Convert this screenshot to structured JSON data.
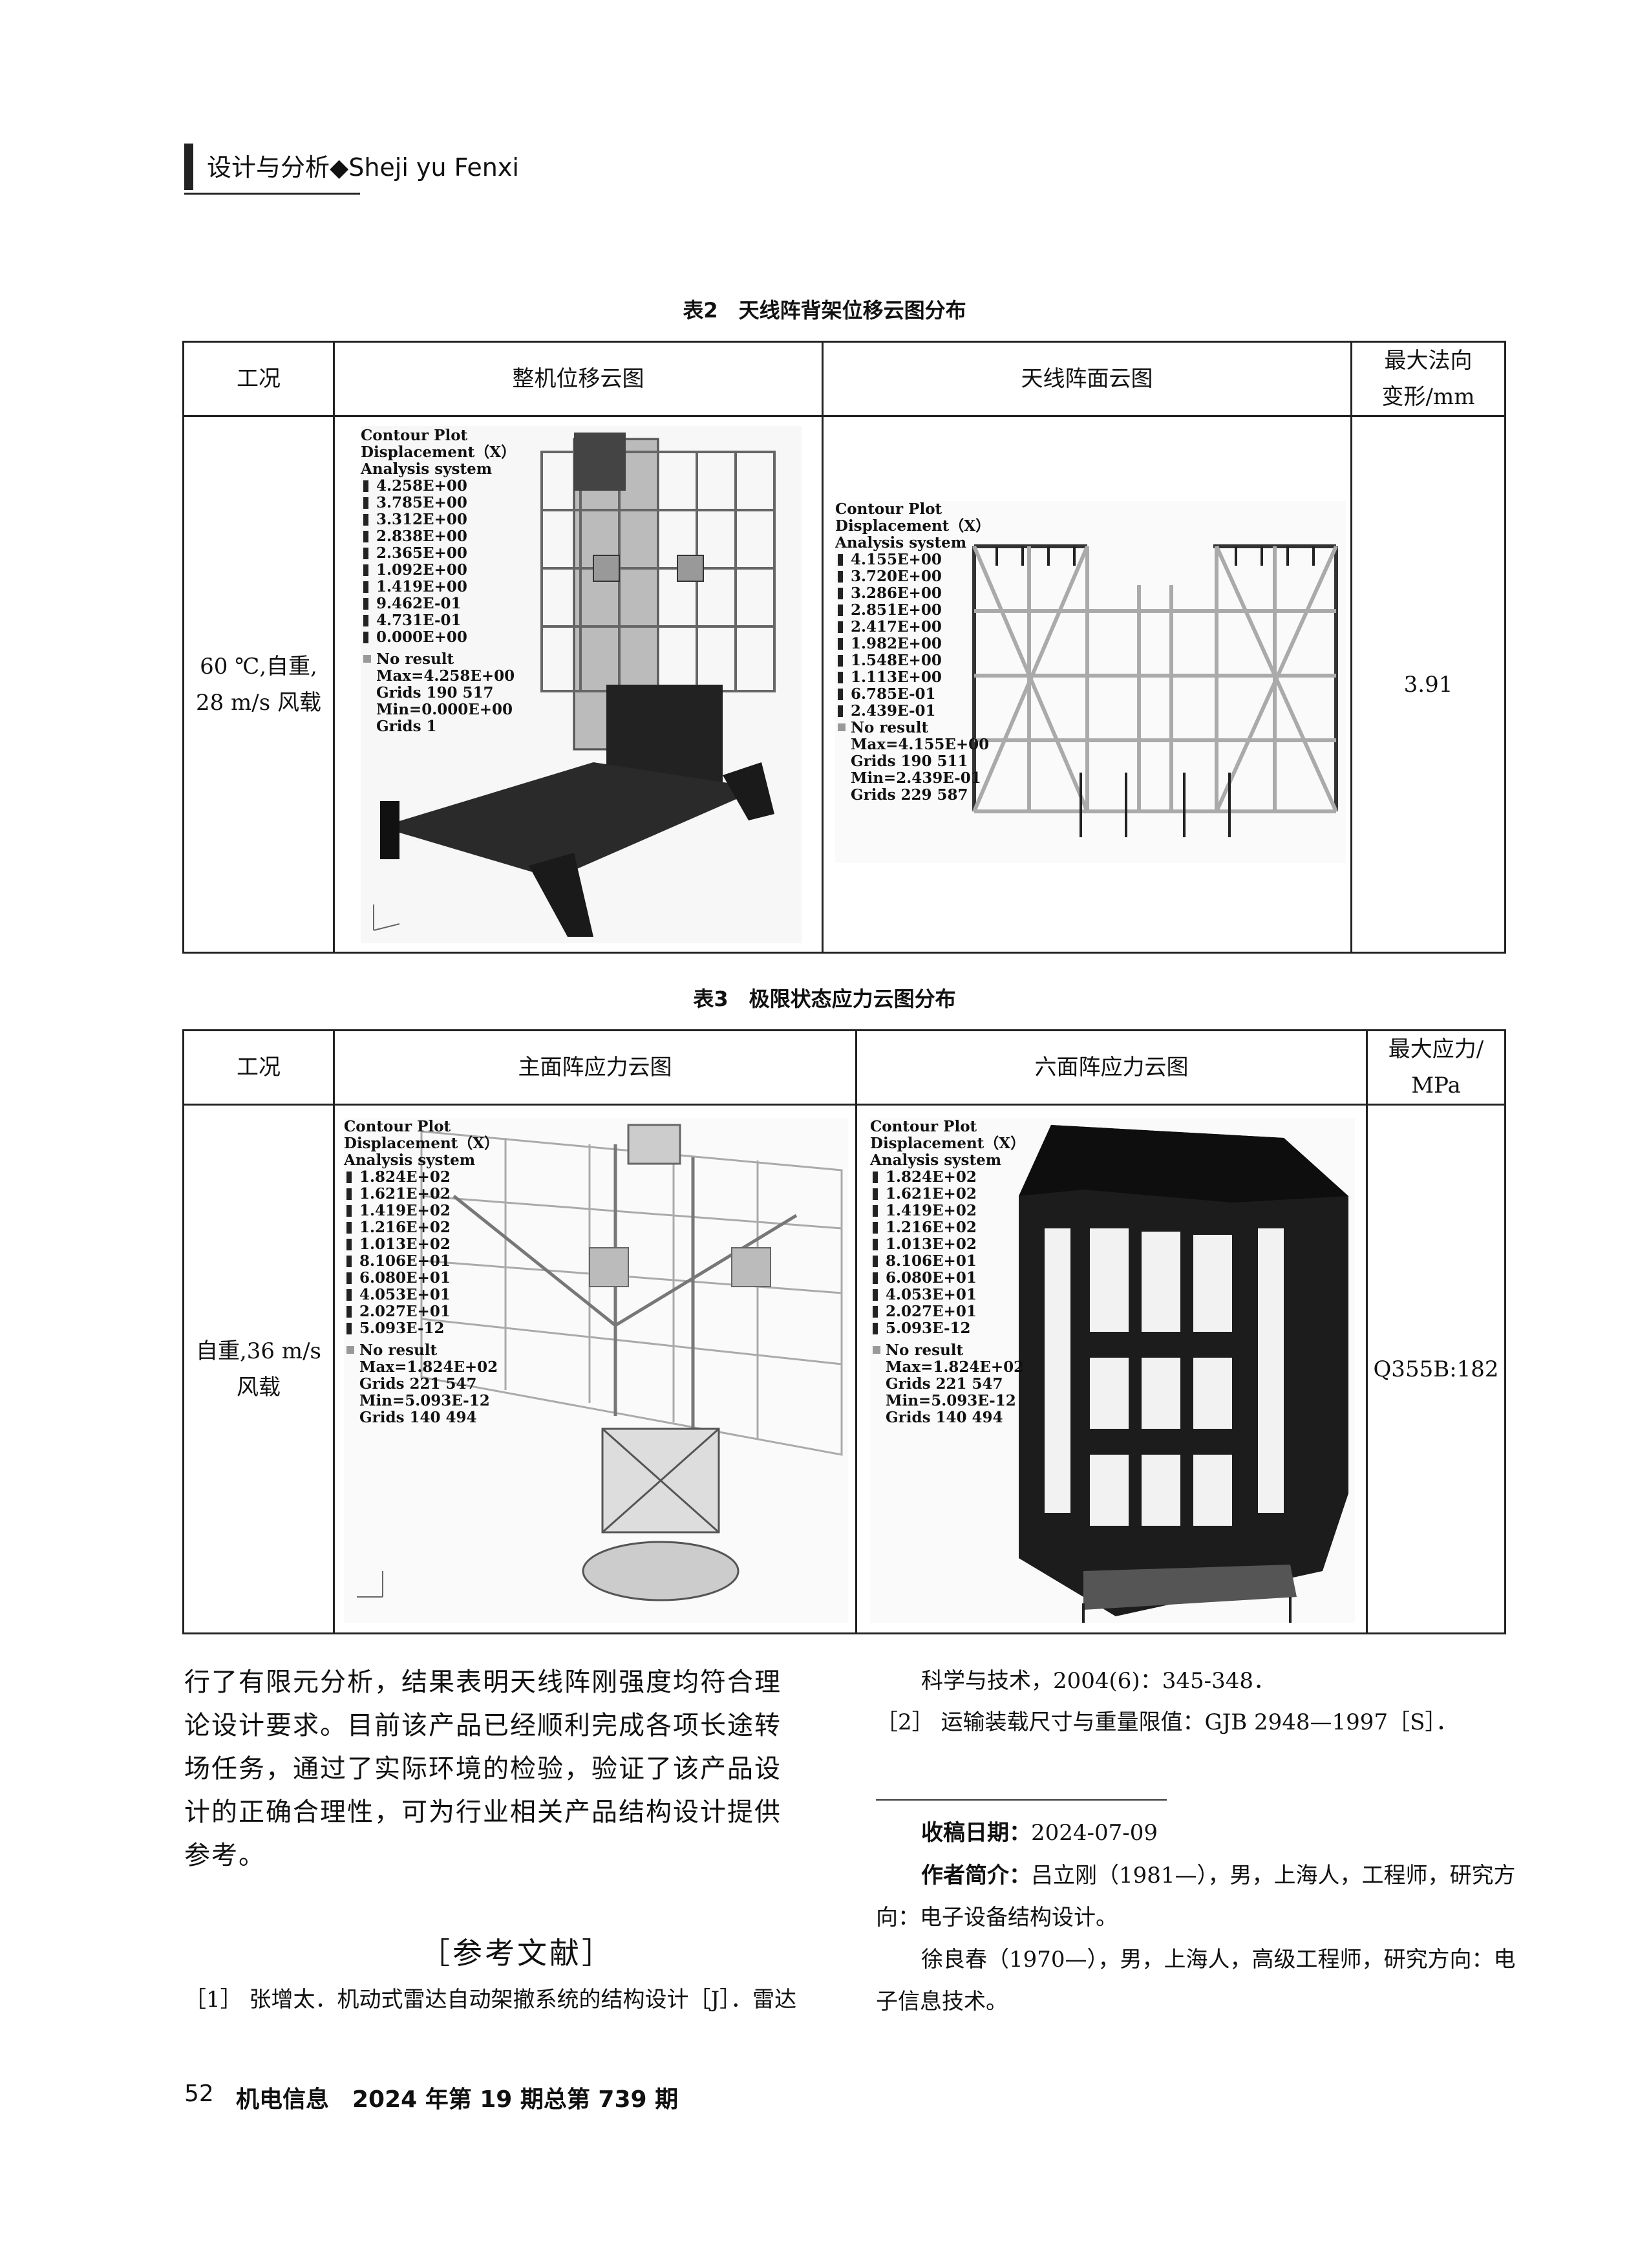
{
  "header": {
    "text": "设计与分析◆Sheji yu Fenxi"
  },
  "table2": {
    "caption": "表2　天线阵背架位移云图分布",
    "headers": [
      "工况",
      "整机位移云图",
      "天线阵面云图",
      "最大法向",
      "变形/mm"
    ],
    "condition": [
      "60 ℃,自重,",
      "28 m/s 风载"
    ],
    "max_value": "3.91",
    "fig1": {
      "title": [
        "Contour Plot",
        "Displacement（X）",
        "Analysis system"
      ],
      "levels": [
        "4.258E+00",
        "3.785E+00",
        "3.312E+00",
        "2.838E+00",
        "2.365E+00",
        "1.092E+00",
        "1.419E+00",
        "9.462E-01",
        "4.731E-01",
        "0.000E+00"
      ],
      "footer": [
        "No result",
        "Max=4.258E+00",
        "Grids 190 517",
        "Min=0.000E+00",
        "Grids 1"
      ]
    },
    "fig2": {
      "title": [
        "Contour Plot",
        "Displacement（X）",
        "Analysis system"
      ],
      "levels": [
        "4.155E+00",
        "3.720E+00",
        "3.286E+00",
        "2.851E+00",
        "2.417E+00",
        "1.982E+00",
        "1.548E+00",
        "1.113E+00",
        "6.785E-01",
        "2.439E-01"
      ],
      "footer": [
        "No result",
        "Max=4.155E+00",
        "Grids 190 511",
        "Min=2.439E-01",
        "Grids 229 587"
      ]
    }
  },
  "table3": {
    "caption": "表3　极限状态应力云图分布",
    "headers": [
      "工况",
      "主面阵应力云图",
      "六面阵应力云图",
      "最大应力/",
      "MPa"
    ],
    "condition": [
      "自重,36 m/s",
      "风载"
    ],
    "max_value": "Q355B:182",
    "fig1": {
      "title": [
        "Contour Plot",
        "Displacement（X）",
        "Analysis system"
      ],
      "levels": [
        "1.824E+02",
        "1.621E+02",
        "1.419E+02",
        "1.216E+02",
        "1.013E+02",
        "8.106E+01",
        "6.080E+01",
        "4.053E+01",
        "2.027E+01",
        "5.093E-12"
      ],
      "footer": [
        "No result",
        "Max=1.824E+02",
        "Grids 221 547",
        "Min=5.093E-12",
        "Grids 140 494"
      ]
    },
    "fig2": {
      "title": [
        "Contour Plot",
        "Displacement（X）",
        "Analysis system"
      ],
      "levels": [
        "1.824E+02",
        "1.621E+02",
        "1.419E+02",
        "1.216E+02",
        "1.013E+02",
        "8.106E+01",
        "6.080E+01",
        "4.053E+01",
        "2.027E+01",
        "5.093E-12"
      ],
      "footer": [
        "No result",
        "Max=1.824E+02",
        "Grids 221 547",
        "Min=5.093E-12",
        "Grids 140 494"
      ]
    }
  },
  "body": {
    "left_lines": [
      "行了有限元分析，结果表明天线阵刚强度均符合理",
      "论设计要求。目前该产品已经顺利完成各项长途转",
      "场任务，通过了实际环境的检验，验证了该产品设",
      "计的正确合理性，可为行业相关产品结构设计提供",
      "参考。"
    ],
    "ref_title": "［参考文献］",
    "ref1": "［1］ 张增太．机动式雷达自动架撤系统的结构设计［J］．雷达",
    "ref1_cont": "科学与技术，2004(6)：345-348．",
    "ref2": "［2］ 运输装载尺寸与重量限值：GJB 2948—1997［S］．",
    "received_label": "收稿日期：",
    "received_value": "2024-07-09",
    "author_label": "作者简介：",
    "author1_a": "吕立刚（1981—），男，上海人，工程师，研究方",
    "author1_b": "向：电子设备结构设计。",
    "author2_a": "徐良春（1970—），男，上海人，高级工程师，研究方向：电",
    "author2_b": "子信息技术。"
  },
  "footer": {
    "page": "52",
    "journal": "机电信息　2024 年第 19 期总第 739 期"
  }
}
